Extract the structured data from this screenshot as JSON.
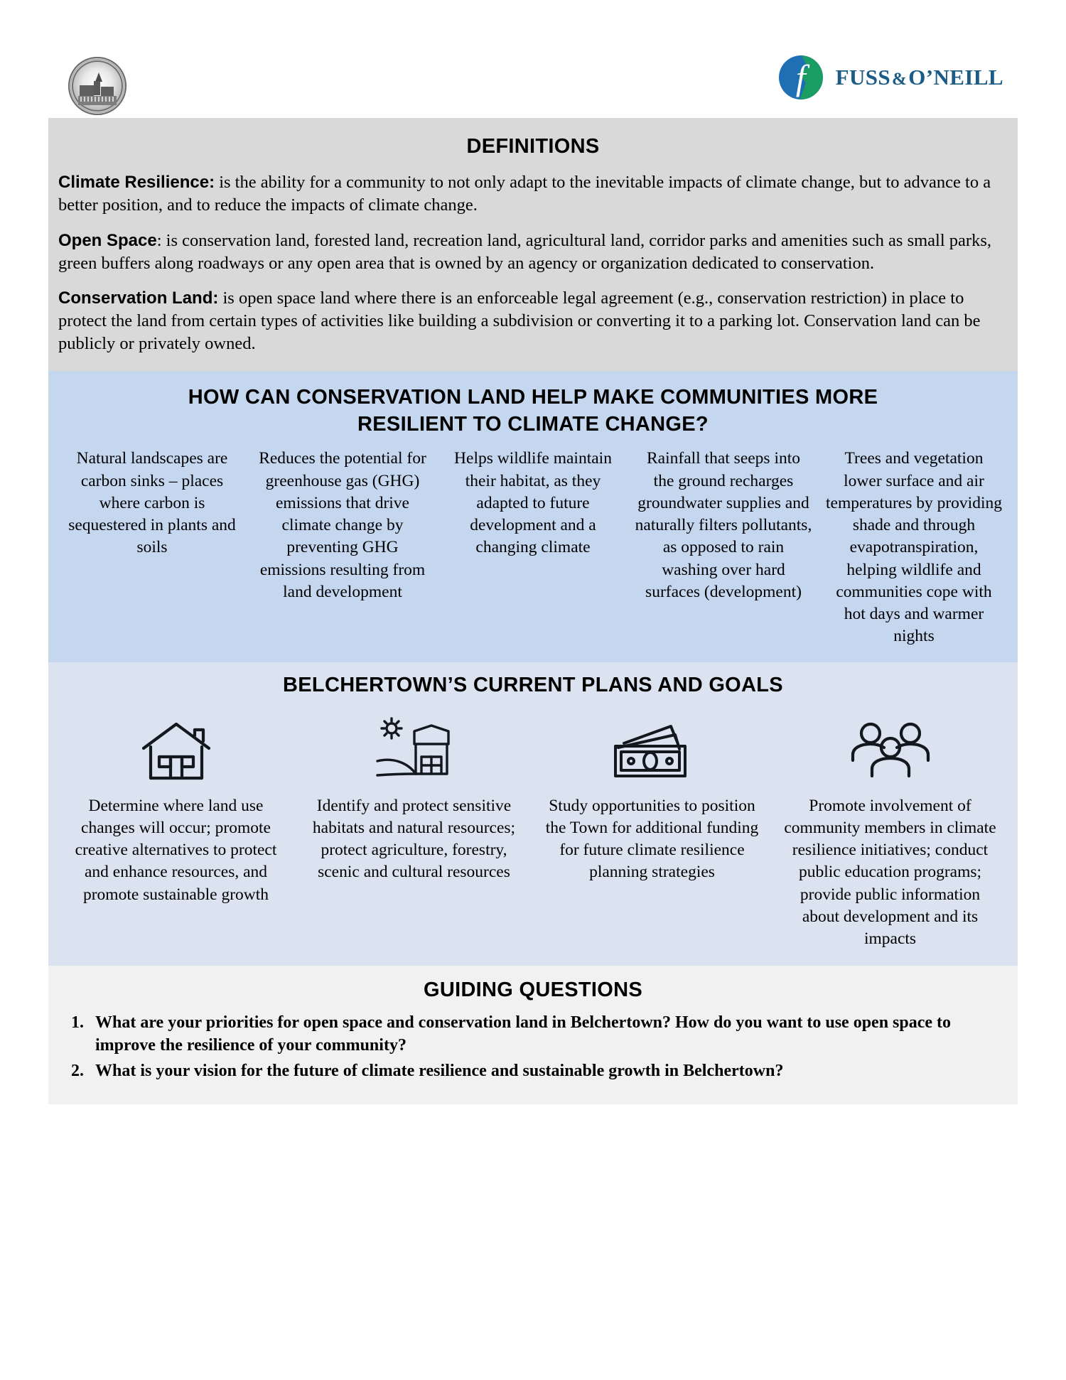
{
  "header": {
    "town_seal_alt": "Belchertown Massachusetts town seal",
    "firm_logo": {
      "mark_letter": "f",
      "name_part1": "FUSS",
      "ampersand": "&",
      "name_part2": "O’NEILL",
      "blue": "#1f6fb4",
      "green": "#1a9d63",
      "text_color": "#1a5c86"
    }
  },
  "definitions": {
    "title": "DEFINITIONS",
    "background": "#d9d9d9",
    "items": [
      {
        "term": "Climate Resilience:",
        "text": " is the ability for a community to not only adapt to the inevitable impacts of climate change, but to advance to a better position, and to reduce the impacts of climate change."
      },
      {
        "term": "Open Space",
        "text": ": is conservation land, forested land, recreation land, agricultural land, corridor parks and amenities such as small parks, green buffers along roadways or any open area that is owned by an agency or organization dedicated to conservation."
      },
      {
        "term": "Conservation Land:",
        "text": " is open space land where there is an enforceable legal agreement (e.g., conservation restriction) in place to protect the land from certain types of activities like building a subdivision or converting it to a parking lot. Conservation land can be publicly or privately owned."
      }
    ]
  },
  "benefits": {
    "title_line1": "HOW CAN CONSERVATION LAND HELP MAKE COMMUNITIES MORE",
    "title_line2": "RESILIENT TO CLIMATE CHANGE?",
    "background": "#c5d6ef",
    "columns": [
      "Natural landscapes are carbon sinks – places where carbon is sequestered in plants and soils",
      "Reduces the potential for greenhouse gas (GHG) emissions that drive climate change by preventing GHG emissions resulting from land development",
      "Helps wildlife maintain their habitat, as they adapted to future development and a changing climate",
      "Rainfall that seeps into the ground recharges groundwater supplies and naturally filters pollutants, as opposed to rain washing over hard surfaces (development)",
      "Trees and vegetation lower surface and air temperatures by providing shade and through evapotranspiration, helping wildlife and communities cope with hot days and warmer nights"
    ]
  },
  "goals": {
    "title": "BELCHERTOWN’S CURRENT PLANS AND GOALS",
    "background": "#dbe3f0",
    "columns": [
      {
        "icon": "house-icon",
        "text": "Determine where land use changes will occur; promote creative alternatives to protect and enhance resources, and promote sustainable growth"
      },
      {
        "icon": "farm-barn-sun-icon",
        "text": "Identify and protect sensitive habitats and natural resources; protect agriculture, forestry, scenic and cultural resources"
      },
      {
        "icon": "money-cash-icon",
        "text": "Study opportunities to position the Town for additional funding for future climate resilience planning strategies"
      },
      {
        "icon": "people-group-icon",
        "text": "Promote involvement of community members in climate resilience initiatives; conduct public education programs; provide public information about development and its impacts"
      }
    ]
  },
  "questions": {
    "title": "GUIDING QUESTIONS",
    "background": "#f1f1f1",
    "items": [
      {
        "number": "1.",
        "text": "What are your priorities for open space and conservation land in Belchertown? How do you want to use open space to improve the resilience of your community?"
      },
      {
        "number": "2.",
        "text": "What is your vision for the future of climate resilience and sustainable growth in Belchertown?"
      }
    ]
  }
}
